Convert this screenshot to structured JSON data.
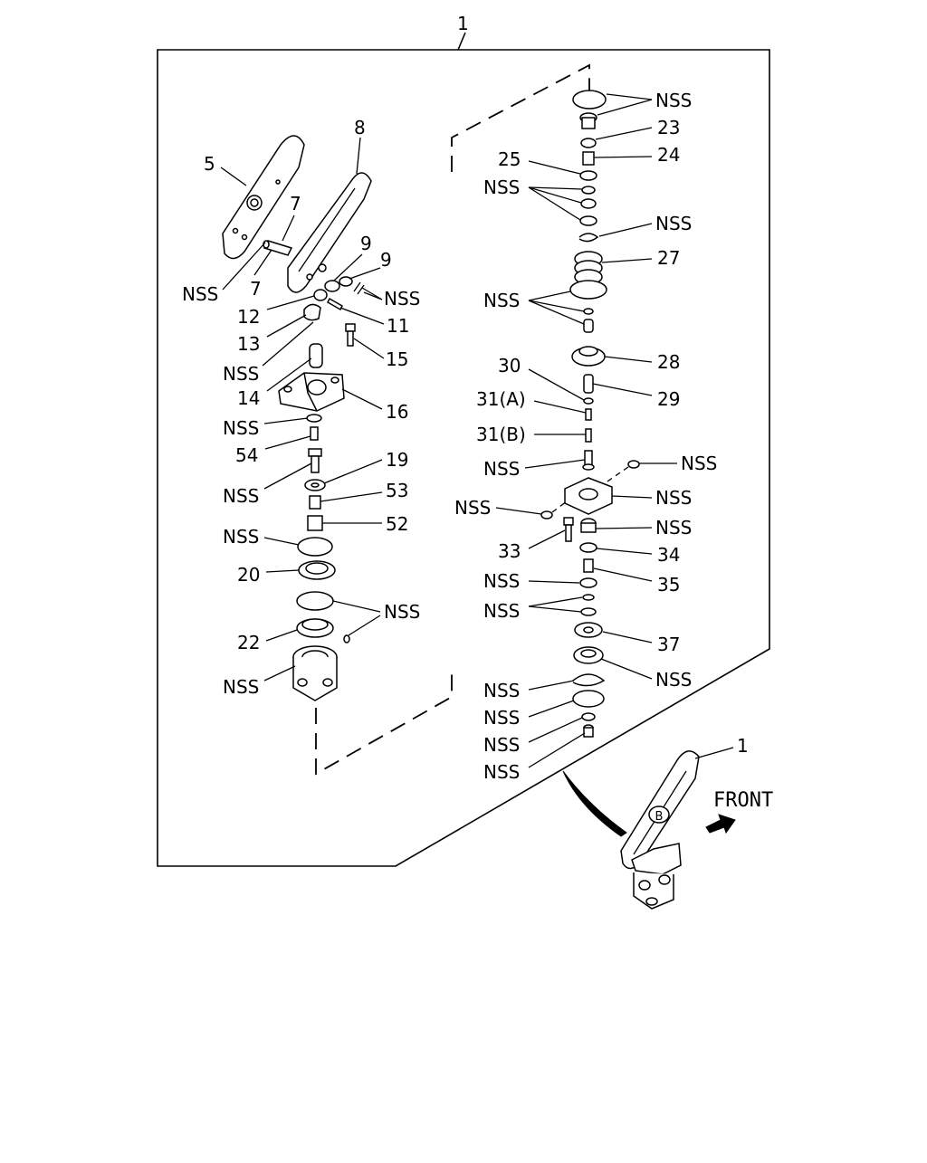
{
  "labels": {
    "assembly_top": "1",
    "assembly_small": "1",
    "front": "FRONT",
    "p5": "5",
    "p7a": "7",
    "p7b": "7",
    "p8": "8",
    "p9a": "9",
    "p9b": "9",
    "p11": "11",
    "p12": "12",
    "p13": "13",
    "p14": "14",
    "p15": "15",
    "p16": "16",
    "p19": "19",
    "p20": "20",
    "p22": "22",
    "p52": "52",
    "p53": "53",
    "p54": "54",
    "p23": "23",
    "p24": "24",
    "p25": "25",
    "p27": "27",
    "p28": "28",
    "p29": "29",
    "p30": "30",
    "p31a": "31(A)",
    "p31b": "31(B)",
    "p33": "33",
    "p34": "34",
    "p35": "35",
    "p37": "37",
    "nss": "NSS"
  },
  "pedal_mark": "B"
}
